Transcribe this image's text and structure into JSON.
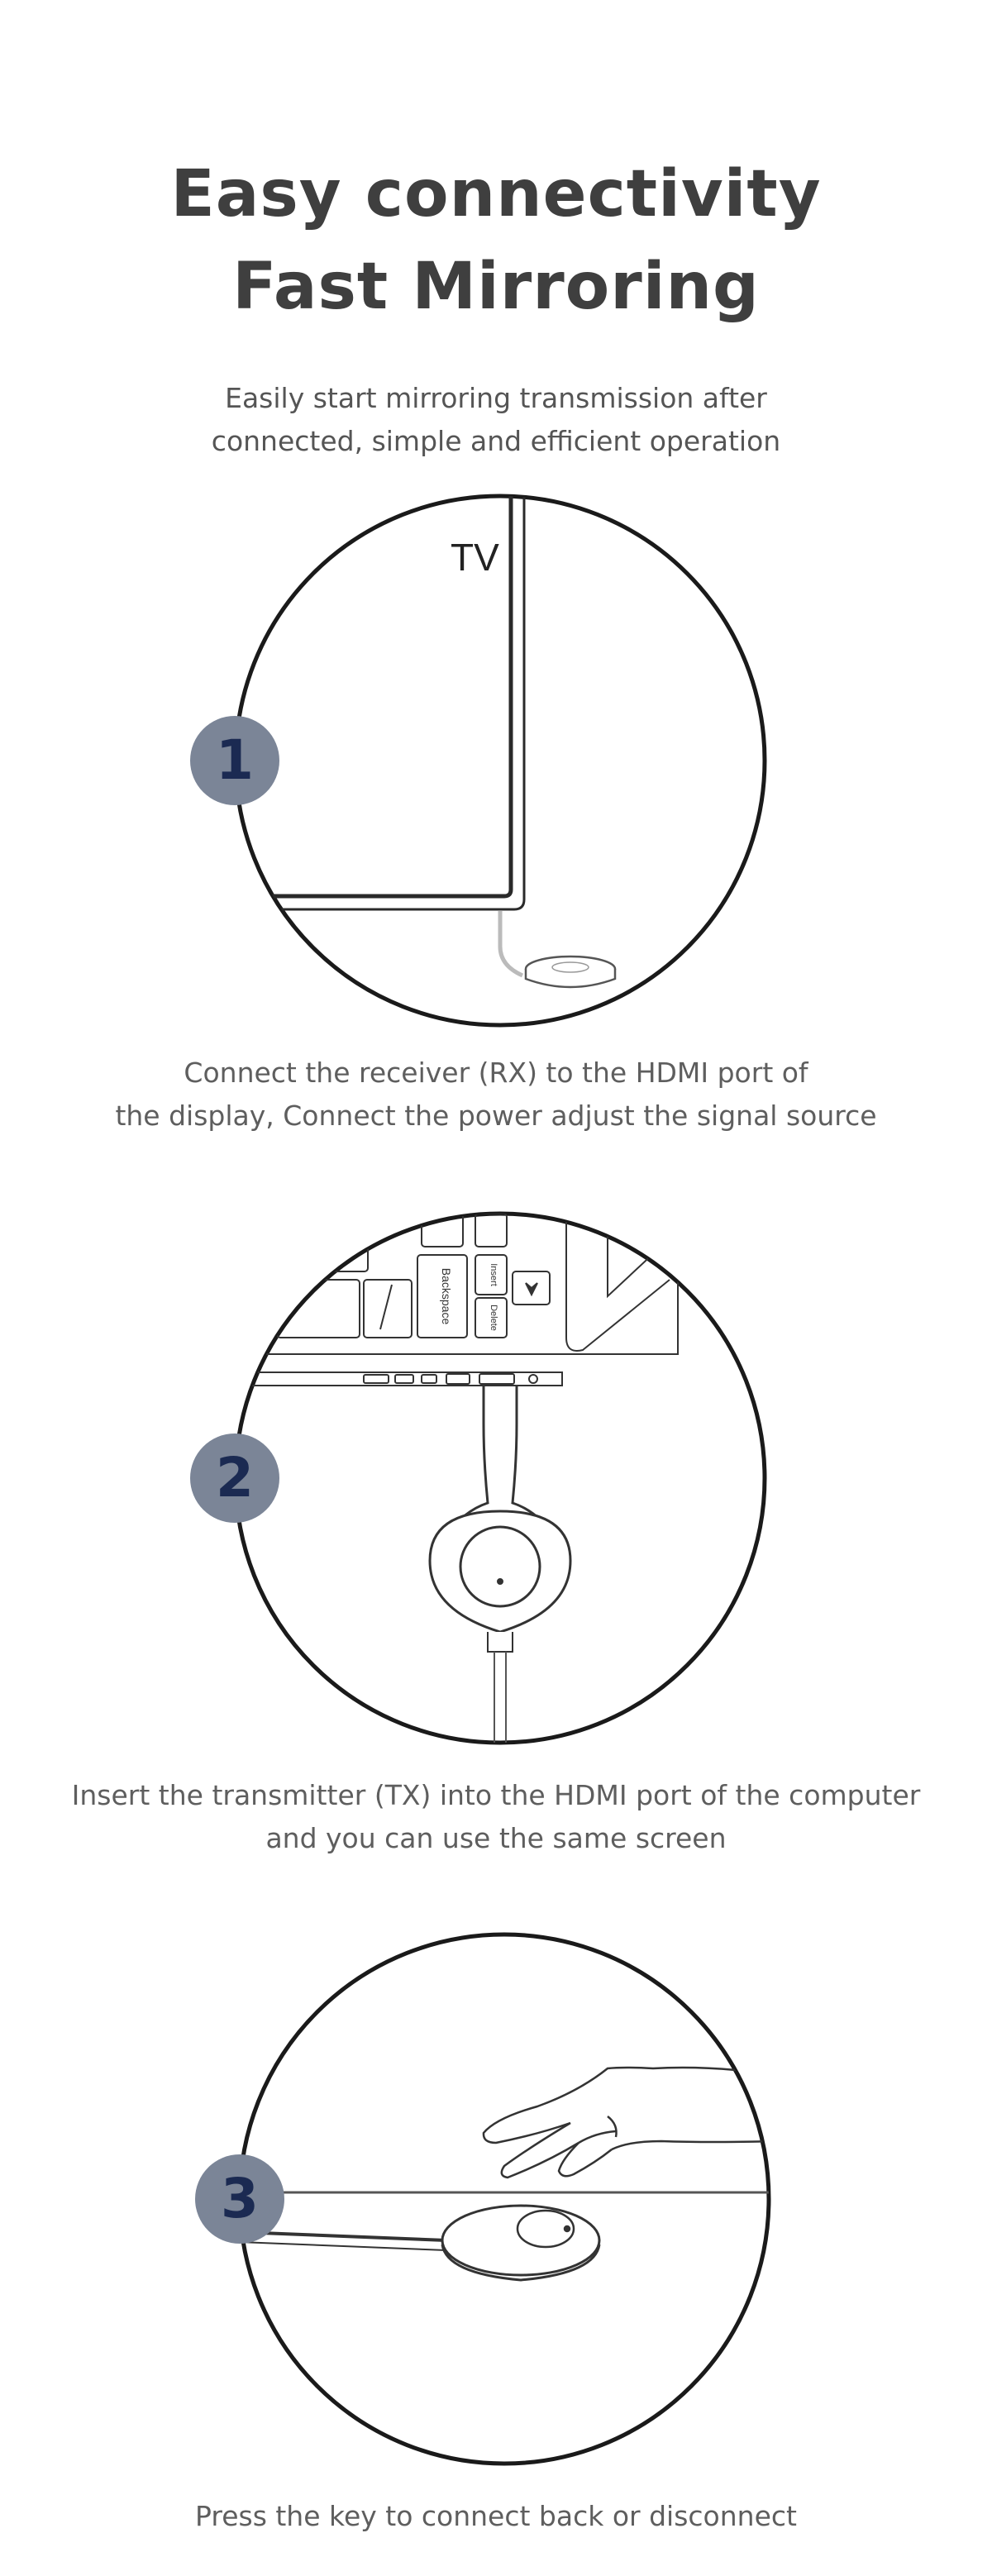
{
  "header": {
    "title_line1": "Easy connectivity",
    "title_line2": "Fast Mirroring",
    "subtitle_line1": "Easily start mirroring transmission after",
    "subtitle_line2": "connected, simple and efficient operation"
  },
  "steps": [
    {
      "number": "1",
      "illustration_label": "TV",
      "caption_line1": "Connect the receiver (RX) to the HDMI port of",
      "caption_line2": "the display, Connect the power adjust the signal source"
    },
    {
      "number": "2",
      "keys": [
        "Backspace",
        "Insert",
        "Delete"
      ],
      "caption_line1": "Insert the transmitter (TX) into the HDMI port of the computer",
      "caption_line2": "and you can use the same screen"
    },
    {
      "number": "3",
      "caption_line1": "Press the key to connect back or disconnect"
    }
  ],
  "colors": {
    "badge_fill": "#7b8597",
    "badge_text": "#1b2a52",
    "title_text": "#3f3f3f",
    "body_text": "#555555"
  }
}
